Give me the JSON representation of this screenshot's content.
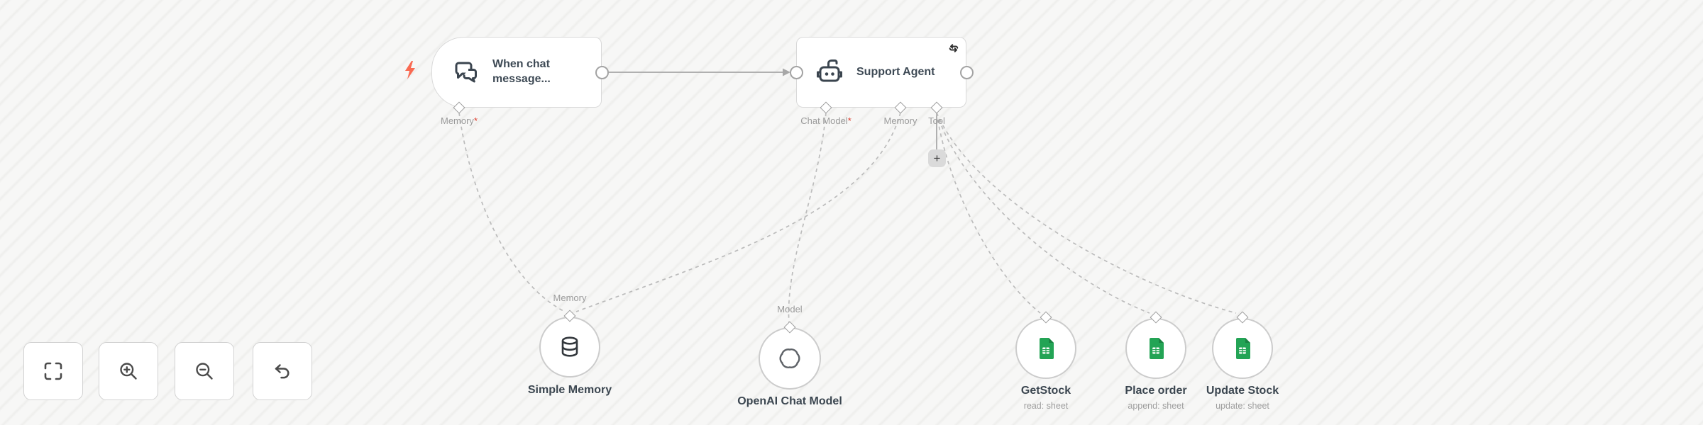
{
  "colors": {
    "canvas_stripe": "#eeeeec",
    "wire_gray": "#bcbcbc",
    "node_border": "#d9d9d9",
    "title_dark": "#3e4a55",
    "port_label_gray": "#9a9a9a",
    "required_red": "#dd3b2b",
    "bolt_orange": "#f96a52",
    "sheets_green": "#23a455",
    "sheets_fold_green": "#1b8343"
  },
  "workflow": {
    "trigger": {
      "title": "When chat message...",
      "icon": "chat-bubbles-icon",
      "port_label": "Memory",
      "required_marker": "*"
    },
    "agent": {
      "title": "Support Agent",
      "icon": "robot-icon",
      "corner_icon": "retry-loop-icon",
      "ports": [
        {
          "label": "Chat Model",
          "required_marker": "*"
        },
        {
          "label": "Memory",
          "required_marker": ""
        },
        {
          "label": "Tool",
          "required_marker": ""
        }
      ]
    },
    "add_tool_button_label": "+",
    "sub_nodes": [
      {
        "name": "Simple Memory",
        "subtitle": "",
        "port_label": "Memory",
        "icon": "database-icon"
      },
      {
        "name": "OpenAI Chat Model",
        "subtitle": "",
        "port_label": "Model",
        "icon": "openai-icon"
      },
      {
        "name": "GetStock",
        "subtitle": "read: sheet",
        "port_label": "",
        "icon": "google-sheets-icon"
      },
      {
        "name": "Place order",
        "subtitle": "append: sheet",
        "port_label": "",
        "icon": "google-sheets-icon"
      },
      {
        "name": "Update Stock",
        "subtitle": "update: sheet",
        "port_label": "",
        "icon": "google-sheets-icon"
      }
    ],
    "controls": [
      {
        "name": "zoom-to-fit"
      },
      {
        "name": "zoom-in"
      },
      {
        "name": "zoom-out"
      },
      {
        "name": "undo"
      }
    ]
  }
}
